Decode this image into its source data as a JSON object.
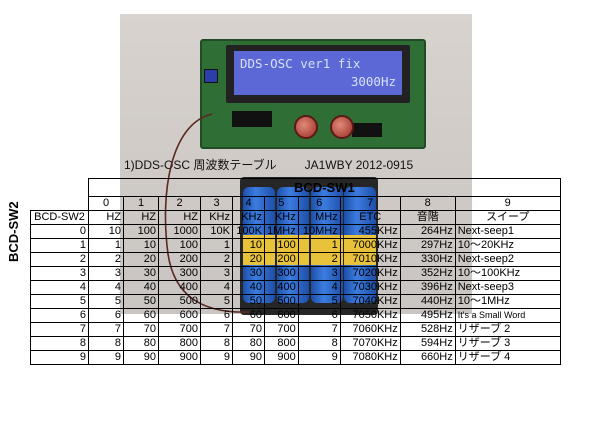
{
  "lcd": {
    "line1": "DDS-OSC ver1 fix",
    "line2": "3000Hz"
  },
  "caption": {
    "left": "1)DDS-OSC 周波数テーブル",
    "right": "JA1WBY 2012-0915"
  },
  "side_label": "BCD-SW2",
  "table": {
    "title": "BCD-SW1",
    "corner_label": "BCD-SW2",
    "col_numbers": [
      "0",
      "1",
      "2",
      "3",
      "4",
      "5",
      "6",
      "7",
      "8",
      "9"
    ],
    "col_units": [
      "HZ",
      "HZ",
      "HZ",
      "KHz",
      "KHz",
      "KHz",
      "MHz",
      "ETC",
      "音階",
      "スイープ"
    ],
    "rows": [
      {
        "sw2": "0",
        "cells": [
          "10",
          "100",
          "1000",
          "10K",
          "100K",
          "1MHz",
          "10MHz",
          "455KHz",
          "264Hz",
          "Next-seep1"
        ]
      },
      {
        "sw2": "1",
        "cells": [
          "1",
          "10",
          "100",
          "1",
          "10",
          "100",
          "1",
          "7000KHz",
          "297Hz",
          "10～20KHz"
        ]
      },
      {
        "sw2": "2",
        "cells": [
          "2",
          "20",
          "200",
          "2",
          "20",
          "200",
          "2",
          "7010KHz",
          "330Hz",
          "Next-seep2"
        ]
      },
      {
        "sw2": "3",
        "cells": [
          "3",
          "30",
          "300",
          "3",
          "30",
          "300",
          "3",
          "7020KHz",
          "352Hz",
          "10～100KHz"
        ]
      },
      {
        "sw2": "4",
        "cells": [
          "4",
          "40",
          "400",
          "4",
          "40",
          "400",
          "4",
          "7030KHz",
          "396Hz",
          "Next-seep3"
        ]
      },
      {
        "sw2": "5",
        "cells": [
          "5",
          "50",
          "500",
          "5",
          "50",
          "500",
          "5",
          "7040KHz",
          "440Hz",
          "10～1MHz"
        ]
      },
      {
        "sw2": "6",
        "cells": [
          "6",
          "60",
          "600",
          "6",
          "60",
          "600",
          "6",
          "7050KHz",
          "495Hz",
          "It's a Small Word"
        ]
      },
      {
        "sw2": "7",
        "cells": [
          "7",
          "70",
          "700",
          "7",
          "70",
          "700",
          "7",
          "7060KHz",
          "528Hz",
          "リザーブ 2"
        ]
      },
      {
        "sw2": "8",
        "cells": [
          "8",
          "80",
          "800",
          "8",
          "80",
          "800",
          "8",
          "7070KHz",
          "594Hz",
          "リザーブ 3"
        ]
      },
      {
        "sw2": "9",
        "cells": [
          "9",
          "90",
          "900",
          "9",
          "90",
          "900",
          "9",
          "7080KHz",
          "660Hz",
          "リザーブ 4"
        ]
      }
    ]
  }
}
